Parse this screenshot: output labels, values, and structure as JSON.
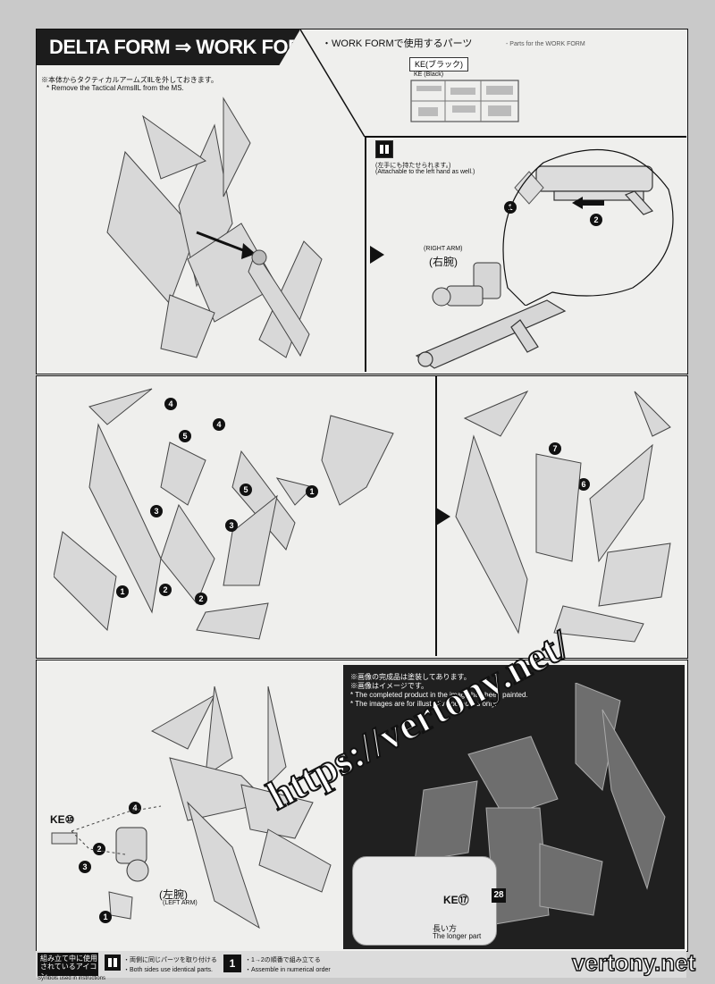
{
  "header": {
    "title": "DELTA FORM ⇒ WORK FORM"
  },
  "note_top": {
    "jp": "※本体からタクティカルアームズⅡLを外しておきます。",
    "en": "* Remove the Tactical ArmsⅡL from the MS."
  },
  "parts_section": {
    "title": "・WORK FORMで使用するパーツ",
    "subtitle": "- Parts for the WORK FORM",
    "runner_jp": "KE(ブラック)",
    "runner_en": "KE (Black)"
  },
  "attach_note": {
    "jp": "(左手にも持たせられます。)",
    "en": "(Attachable to the left hand as well.)"
  },
  "right_arm": {
    "en": "(RIGHT ARM)",
    "jp": "(右腕)"
  },
  "left_arm": {
    "jp": "(左腕)",
    "en": "(LEFT ARM)"
  },
  "part_ke10": "KE⑩",
  "part_ke17": "KE⑰",
  "part_28": "28",
  "longer_part": {
    "jp": "長い方",
    "en": "The longer part"
  },
  "photo_notes": {
    "jp1": "※画像の完成品は塗装してあります。",
    "jp2": "※画像はイメージです。",
    "en1": "* The completed product in the image has been painted.",
    "en2": "* The images are for illustrative purposes only."
  },
  "steps_p1": [
    "1",
    "2"
  ],
  "steps_p2": [
    "1",
    "2",
    "2",
    "3",
    "3",
    "4",
    "4",
    "5",
    "5",
    "6",
    "7"
  ],
  "steps_p3": [
    "1",
    "2",
    "3",
    "4"
  ],
  "footer": {
    "tag_jp1": "組み立て中に使用",
    "tag_jp2": "されているアイコン",
    "tag_en": "Symbols used in instructions",
    "both_jp": "・両側に同じパーツを取り付ける",
    "both_en": "・Both sides use identical parts.",
    "order_jp": "・1→2の順番で組み立てる",
    "order_en": "・Assemble in numerical order",
    "order_num": "1"
  },
  "watermarks": {
    "url": "https://vertony.net/",
    "site": "vertony.net"
  },
  "colors": {
    "panel_border": "#111111",
    "header_bg": "#1c1c1c",
    "photo_bg": "#202020",
    "page_bg": "#c9c9c9"
  }
}
